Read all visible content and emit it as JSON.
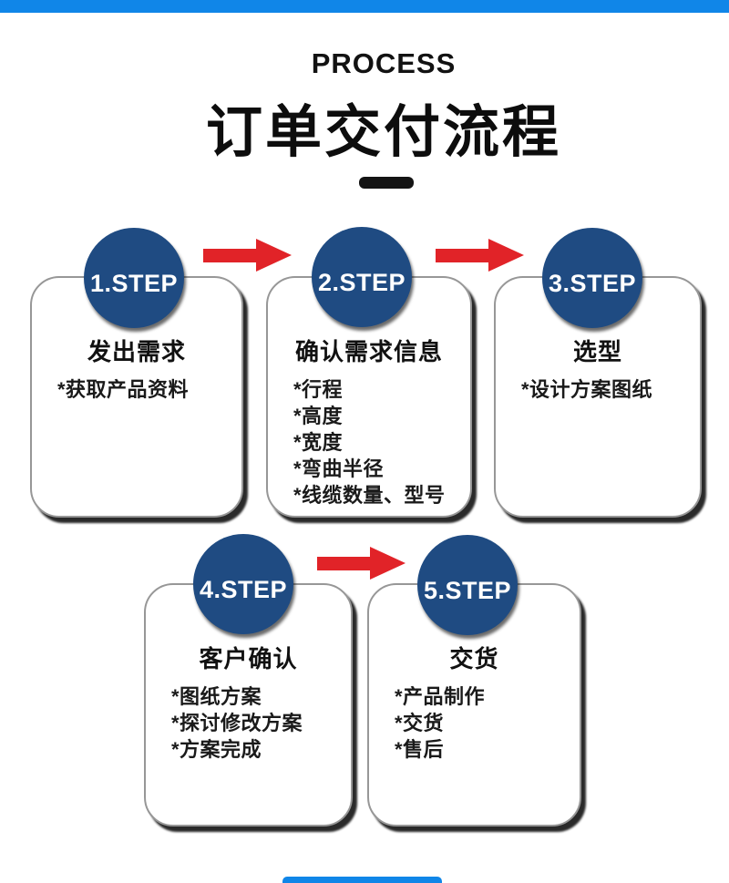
{
  "colors": {
    "accent_blue": "#1086e8",
    "badge_navy": "#1f4b82",
    "arrow_red": "#e12328",
    "text_black": "#111111",
    "card_border_gray": "#979797",
    "card_shadow_black": "#0c0c0c"
  },
  "header": {
    "eyebrow": "PROCESS",
    "title": "订单交付流程"
  },
  "icons": {
    "arrow": "arrow-right-icon",
    "divider": "title-divider-dash"
  },
  "steps": [
    {
      "badge": "1.STEP",
      "title": "发出需求",
      "items": [
        "*获取产品资料"
      ]
    },
    {
      "badge": "2.STEP",
      "title": "确认需求信息",
      "items": [
        "*行程",
        "*高度",
        "*宽度",
        "*弯曲半径",
        "*线缆数量、型号"
      ]
    },
    {
      "badge": "3.STEP",
      "title": "选型",
      "items": [
        "*设计方案图纸"
      ]
    },
    {
      "badge": "4.STEP",
      "title": "客户确认",
      "items": [
        "*图纸方案",
        "*探讨修改方案",
        "*方案完成"
      ]
    },
    {
      "badge": "5.STEP",
      "title": "交货",
      "items": [
        "*产品制作",
        "*交货",
        "*售后"
      ]
    }
  ]
}
